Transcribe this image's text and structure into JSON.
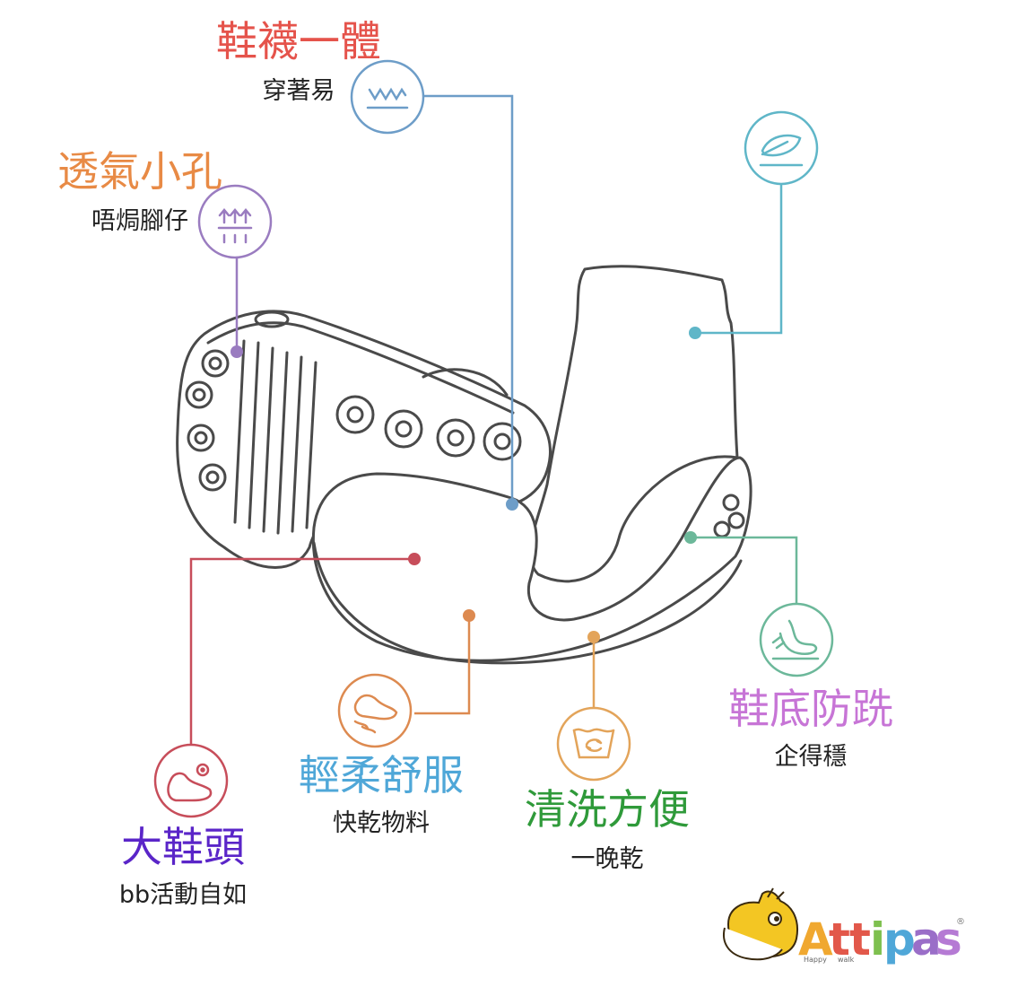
{
  "colors": {
    "red": "#e5534b",
    "orange": "#e88a45",
    "blue": "#6d9dc8",
    "purple_line": "#9a7cc0",
    "teal": "#5fb6c8",
    "rose": "#c74d5a",
    "amber": "#dd8a50",
    "gold": "#e3a45a",
    "mint": "#6cb89a",
    "magenta": "#c775d6",
    "sky": "#4fa7d8",
    "green": "#2f9a3a",
    "violet": "#5a25c8",
    "outline": "#4a4a4a"
  },
  "features": [
    {
      "id": "sock",
      "title": "鞋襪一體",
      "subtitle": "穿著易",
      "icon": "wave-lines-icon"
    },
    {
      "id": "breathable",
      "title": "透氣小孔",
      "subtitle": "唔焗腳仔",
      "icon": "upward-arrows-icon"
    },
    {
      "id": "light",
      "title": "",
      "subtitle": "",
      "icon": "feather-icon"
    },
    {
      "id": "antislip",
      "title": "鞋底防跣",
      "subtitle": "企得穩",
      "icon": "foot-step-icon"
    },
    {
      "id": "toe",
      "title": "大鞋頭",
      "subtitle": "bb活動自如",
      "icon": "toe-shoe-icon"
    },
    {
      "id": "comfort",
      "title": "輕柔舒服",
      "subtitle": "快乾物料",
      "icon": "wing-shoe-icon"
    },
    {
      "id": "wash",
      "title": "清洗方便",
      "subtitle": "一晚乾",
      "icon": "washing-icon"
    }
  ],
  "logo": {
    "brand": "Attipas",
    "registered": "®",
    "tagline_left": "Happy",
    "tagline_right": "walk"
  }
}
